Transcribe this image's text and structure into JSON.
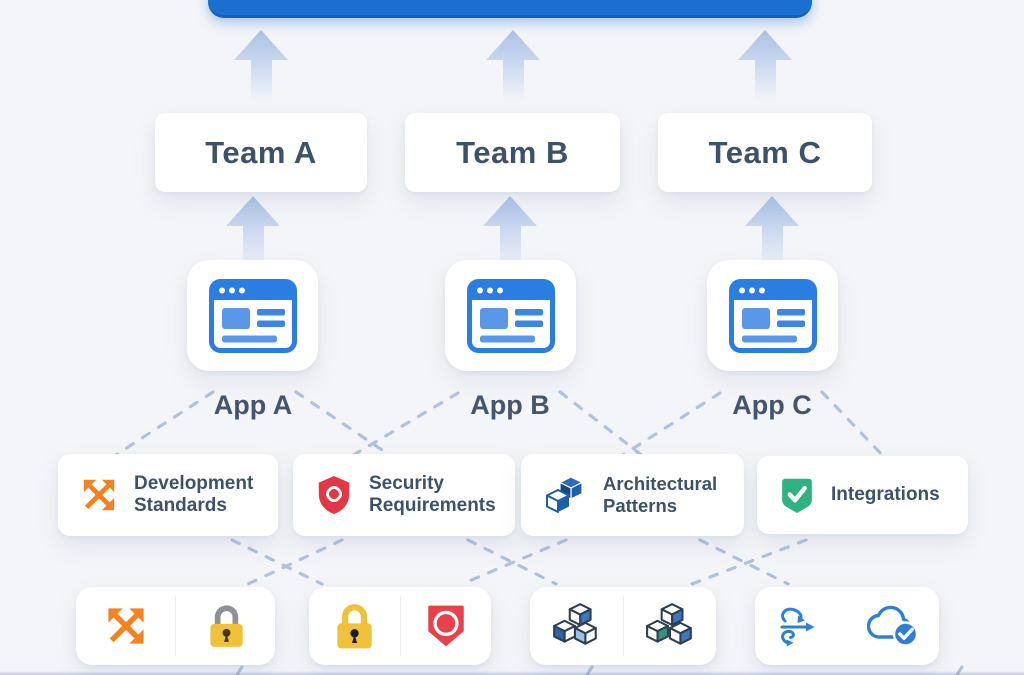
{
  "diagram_title": "",
  "platform_bar": {
    "color": "#1b6fd0"
  },
  "teams": [
    {
      "label": "Team A"
    },
    {
      "label": "Team B"
    },
    {
      "label": "Team C"
    }
  ],
  "apps": [
    {
      "label": "App A",
      "icon": "browser-window-icon"
    },
    {
      "label": "App B",
      "icon": "browser-window-icon"
    },
    {
      "label": "App C",
      "icon": "browser-window-icon"
    }
  ],
  "standards": [
    {
      "label": "Development Standards",
      "icon": "crossed-arrows-icon",
      "color": "#f58220"
    },
    {
      "label": "Security Requirements",
      "icon": "security-shield-icon",
      "color": "#e23744"
    },
    {
      "label": "Architectural Patterns",
      "icon": "cubes-icon",
      "color": "#1f5fa8"
    },
    {
      "label": "Integrations",
      "icon": "shield-check-icon",
      "color": "#2fb380"
    }
  ],
  "artifact_groups": [
    {
      "icons": [
        "crossed-arrows-icon",
        "padlock-gray-shackle-icon"
      ]
    },
    {
      "icons": [
        "padlock-yellow-icon",
        "shield-ring-icon"
      ]
    },
    {
      "icons": [
        "cube-stack-icon",
        "cube-stack-filled-icon"
      ]
    },
    {
      "icons": [
        "flow-arrows-icon",
        "cloud-check-icon"
      ]
    }
  ],
  "colors": {
    "background": "#f4f5f8",
    "top_bar_blue": "#1b6fd0",
    "app_blue": "#2a7de1",
    "arrow_blue": "#b9cdea",
    "dash_blue": "#9fb6da",
    "text_dark": "#3c526b",
    "orange": "#f58220",
    "red": "#e23744",
    "shape_blue": "#1f5fa8",
    "green": "#2fb380",
    "yellow": "#f0c23c"
  }
}
